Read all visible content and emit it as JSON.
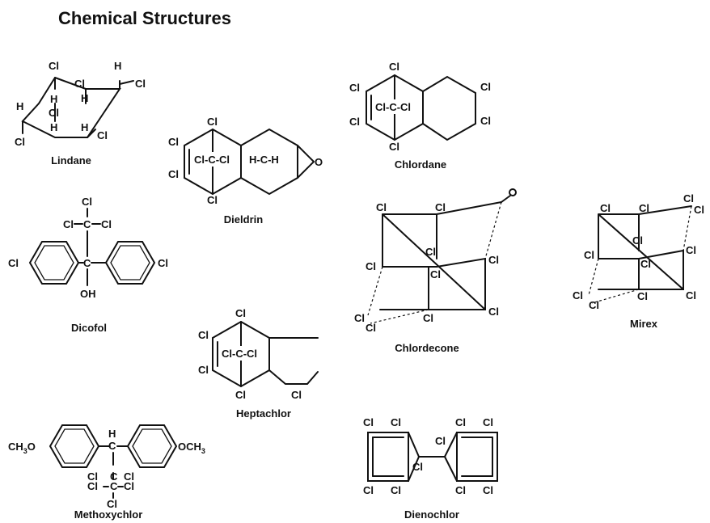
{
  "title": "Chemical Structures",
  "compounds": {
    "lindane": "Lindane",
    "dieldrin": "Dieldrin",
    "chlordane": "Chlordane",
    "dicofol": "Dicofol",
    "chlordecone": "Chlordecone",
    "mirex": "Mirex",
    "heptachlor": "Heptachlor",
    "methoxychlor": "Methoxychlor",
    "dienochlor": "Dienochlor"
  },
  "atoms": {
    "cl": "Cl",
    "h": "H",
    "o": "O",
    "c": "C",
    "oh": "OH",
    "ccl": "Cl-C-Cl",
    "hch": "H-C-H",
    "och3": "OCH",
    "ch3o": "CH",
    "sub3": "3"
  }
}
